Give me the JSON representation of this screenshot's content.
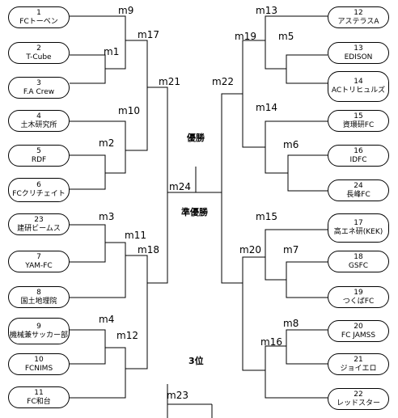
{
  "teams": [
    {
      "id": "t1",
      "num": "1",
      "name": "FCトーベン"
    },
    {
      "id": "t2",
      "num": "2",
      "name": "T-Cube"
    },
    {
      "id": "t3",
      "num": "3",
      "name": "F.A Crew"
    },
    {
      "id": "t4",
      "num": "4",
      "name": "土木研究所"
    },
    {
      "id": "t5",
      "num": "5",
      "name": "RDF"
    },
    {
      "id": "t6",
      "num": "6",
      "name": "FCクリチェイト"
    },
    {
      "id": "t23",
      "num": "23",
      "name": "建研ビームス"
    },
    {
      "id": "t7",
      "num": "7",
      "name": "YAM-FC"
    },
    {
      "id": "t8",
      "num": "8",
      "name": "国土地理院"
    },
    {
      "id": "t9",
      "num": "9",
      "name": "機械兼サッカー部"
    },
    {
      "id": "t10",
      "num": "10",
      "name": "FCNIMS"
    },
    {
      "id": "t11",
      "num": "11",
      "name": "FC和台"
    },
    {
      "id": "t12",
      "num": "12",
      "name": "アステラスA"
    },
    {
      "id": "t13",
      "num": "13",
      "name": "EDISON"
    },
    {
      "id": "t14",
      "num": "14",
      "name": "ACトリヒュルズ"
    },
    {
      "id": "t15",
      "num": "15",
      "name": "資環研FC"
    },
    {
      "id": "t16",
      "num": "16",
      "name": "IDFC"
    },
    {
      "id": "t24",
      "num": "24",
      "name": "長峰FC"
    },
    {
      "id": "t17",
      "num": "17",
      "name": "高エネ研(KEK)"
    },
    {
      "id": "t18",
      "num": "18",
      "name": "GSFC"
    },
    {
      "id": "t19",
      "num": "19",
      "name": "つくばFC"
    },
    {
      "id": "t20",
      "num": "20",
      "name": "FC JAMSS"
    },
    {
      "id": "t21",
      "num": "21",
      "name": "ジョイエロ"
    },
    {
      "id": "t22",
      "num": "22",
      "name": "レッドスター"
    }
  ],
  "matches": [
    {
      "id": "m9",
      "label": "m9"
    },
    {
      "id": "m17",
      "label": "m17"
    },
    {
      "id": "m1",
      "label": "m1"
    },
    {
      "id": "m21",
      "label": "m21"
    },
    {
      "id": "m10",
      "label": "m10"
    },
    {
      "id": "m2",
      "label": "m2"
    },
    {
      "id": "m3",
      "label": "m3"
    },
    {
      "id": "m11",
      "label": "m11"
    },
    {
      "id": "m18",
      "label": "m18"
    },
    {
      "id": "m4",
      "label": "m4"
    },
    {
      "id": "m12",
      "label": "m12"
    },
    {
      "id": "m24",
      "label": "m24"
    },
    {
      "id": "m23",
      "label": "m23"
    },
    {
      "id": "m13",
      "label": "m13"
    },
    {
      "id": "m19",
      "label": "m19"
    },
    {
      "id": "m5",
      "label": "m5"
    },
    {
      "id": "m22",
      "label": "m22"
    },
    {
      "id": "m14",
      "label": "m14"
    },
    {
      "id": "m6",
      "label": "m6"
    },
    {
      "id": "m15",
      "label": "m15"
    },
    {
      "id": "m20",
      "label": "m20"
    },
    {
      "id": "m7",
      "label": "m7"
    },
    {
      "id": "m8",
      "label": "m8"
    },
    {
      "id": "m16",
      "label": "m16"
    }
  ],
  "awards": {
    "champion": "優勝",
    "runner_up": "準優勝",
    "third_place": "3位"
  }
}
